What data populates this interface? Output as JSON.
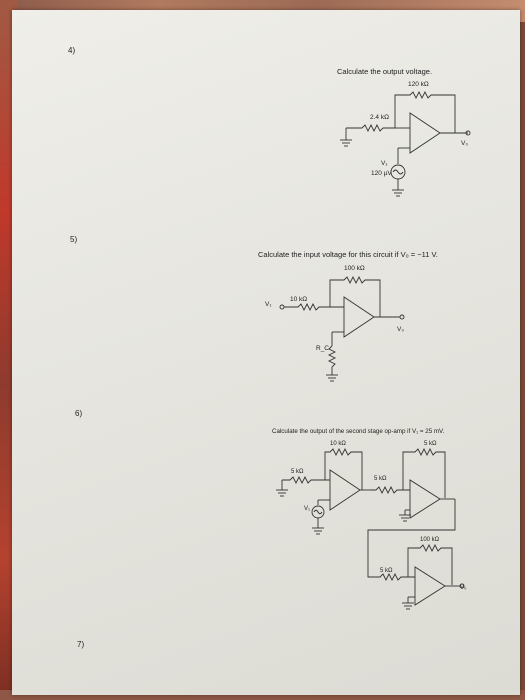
{
  "questions": [
    {
      "number": "4)",
      "prompt": "Calculate the output voltage.",
      "labels": {
        "feedback": "120 kΩ",
        "input_r": "2.4 kΩ",
        "source": "V₁",
        "source_value": "120 µV",
        "output": "V₀"
      }
    },
    {
      "number": "5)",
      "prompt": "Calculate the input voltage for this circuit if V₀ = −11 V.",
      "labels": {
        "feedback": "100 kΩ",
        "input_r": "10 kΩ",
        "input": "V₁",
        "comp_r": "R_C",
        "output": "V₀"
      }
    },
    {
      "number": "6)",
      "prompt": "Calculate the output of the second stage op-amp if V₁ = 25 mV.",
      "labels": {
        "feedback1": "10 kΩ",
        "input_r1": "5 kΩ",
        "source": "V₁",
        "input_r2": "5 kΩ",
        "feedback2": "5 kΩ",
        "feedback3": "100 kΩ",
        "input_r3": "5 kΩ",
        "output": "V₀"
      }
    },
    {
      "number": "7)"
    }
  ]
}
